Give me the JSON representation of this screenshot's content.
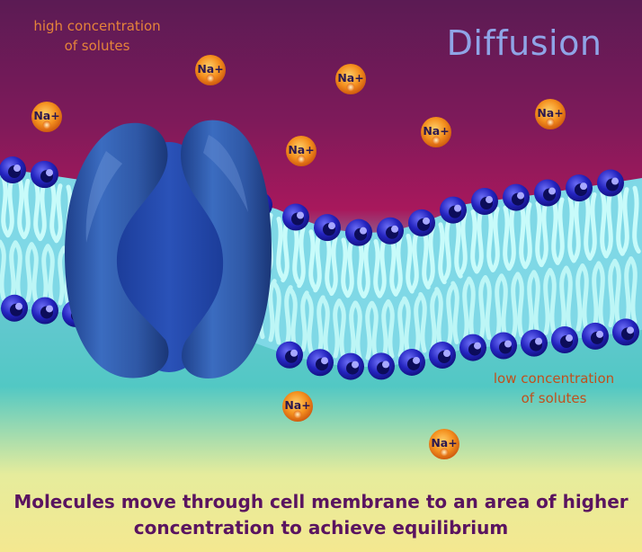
{
  "title": "Diffusion",
  "labels": {
    "high_line1": "high concentration",
    "high_line2": "of solutes",
    "low_line1": "low concentration",
    "low_line2": "of solutes"
  },
  "caption": {
    "line1": "Molecules move through cell membrane to an area of higher",
    "line2": "concentration to achieve equilibrium"
  },
  "ion_label": "Na+",
  "colors": {
    "top_background": "#5a1a52",
    "mid_background": "#a0185a",
    "bottom_background": "#f0ee98",
    "lipid_head": "#2b28c8",
    "lipid_tail": "#b8f6f4",
    "protein": "#2f5aa8",
    "ion": "#f0781c",
    "title": "#8fa4e6",
    "caption": "#5a1460"
  }
}
